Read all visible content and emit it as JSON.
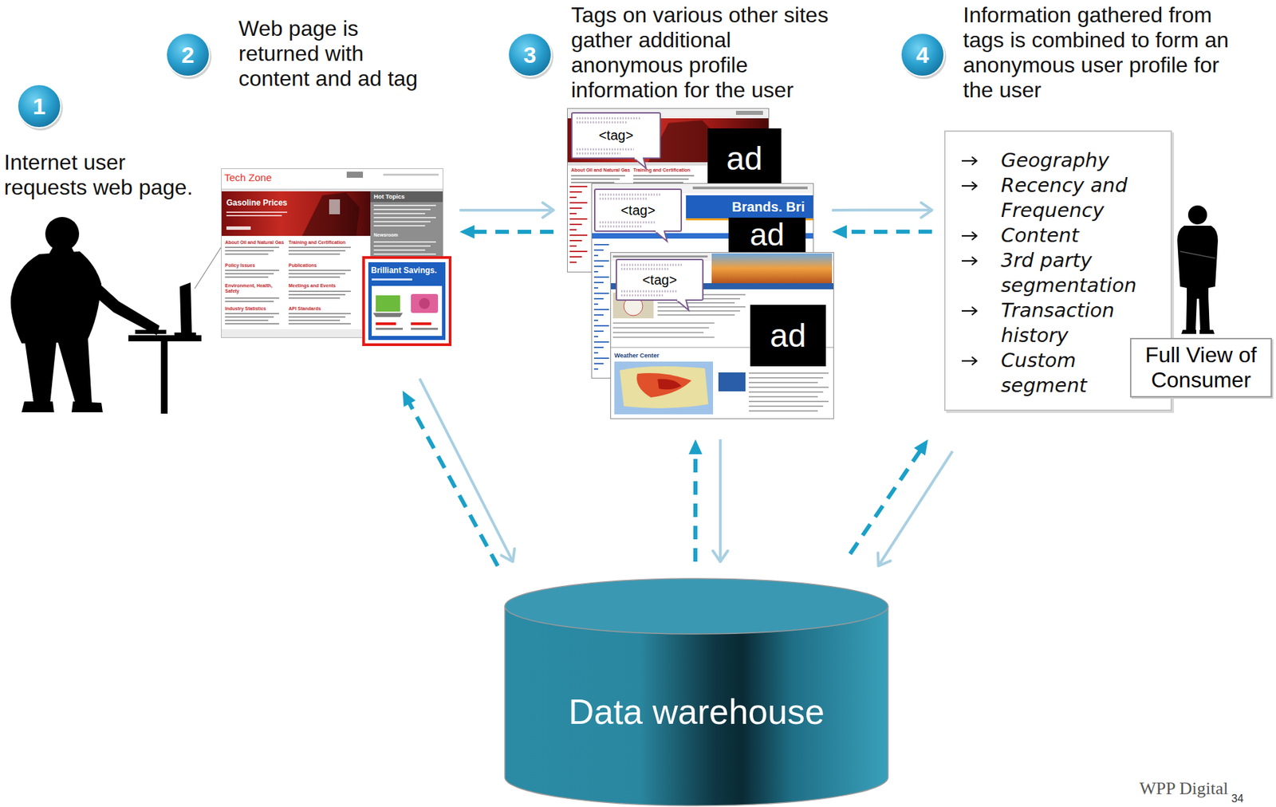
{
  "diagram": {
    "nodes": [
      {
        "text": [
          "1",
          "Internet user requests web page."
        ]
      },
      {
        "text": [
          "2",
          "Web page is returned with content and ad tag"
        ]
      },
      {
        "text": [
          "3",
          "Tags on various other sites gather additional anonymous profile information for the user"
        ]
      },
      {
        "text": [
          "4",
          "Information gathered from tags is combined to form an anonymous user profile for the user"
        ]
      },
      {
        "text": [
          "Tech Zone",
          "Gasoline Prices",
          "Hot Topics",
          "Newsroom",
          "About Oil and Natural Gas",
          "Training and Certification",
          "Policy Issues",
          "Publications",
          "Environment, Health, Safety",
          "Meetings and Events",
          "Industry Statistics",
          "API Standards"
        ]
      },
      {
        "text": [
          "Brilliant Savings."
        ],
        "in": 4
      },
      {
        "text": [
          "About Oil and Natural Gas",
          "Training and Certification"
        ]
      },
      {
        "text": [
          "<tag>"
        ],
        "in": 6
      },
      {
        "text": [
          "ad"
        ],
        "in": 6
      },
      {
        "text": [
          "Brands. Bri"
        ]
      },
      {
        "text": [
          "<tag>"
        ],
        "in": 9
      },
      {
        "text": [
          "ad"
        ],
        "in": 9
      },
      {
        "text": [
          "Weather Center"
        ]
      },
      {
        "text": [
          "<tag>"
        ],
        "in": 12
      },
      {
        "text": [
          "ad"
        ],
        "in": 12
      },
      {
        "text": [
          "Geography",
          "Recency and Frequency",
          "Content",
          "3rd party segmentation",
          "Transaction history",
          "Custom segment"
        ]
      },
      {
        "text": [
          "Full View of Consumer"
        ]
      },
      {
        "text": [
          "Data warehouse"
        ]
      }
    ],
    "edges": [
      {
        "from": 4,
        "to": 6,
        "arrow": "to"
      },
      {
        "from": 6,
        "to": 4,
        "arrow": "to"
      },
      {
        "from": 9,
        "to": 15,
        "arrow": "to"
      },
      {
        "from": 15,
        "to": 9,
        "arrow": "to"
      },
      {
        "from": 4,
        "to": 17,
        "arrow": "to"
      },
      {
        "from": 17,
        "to": 4,
        "arrow": "to"
      },
      {
        "from": 12,
        "to": 17,
        "arrow": "to"
      },
      {
        "from": 17,
        "to": 12,
        "arrow": "to"
      },
      {
        "from": 15,
        "to": 17,
        "arrow": "to"
      },
      {
        "from": 17,
        "to": 15,
        "arrow": "to"
      }
    ],
    "labels": [
      "WPP Digital",
      "34"
    ]
  }
}
